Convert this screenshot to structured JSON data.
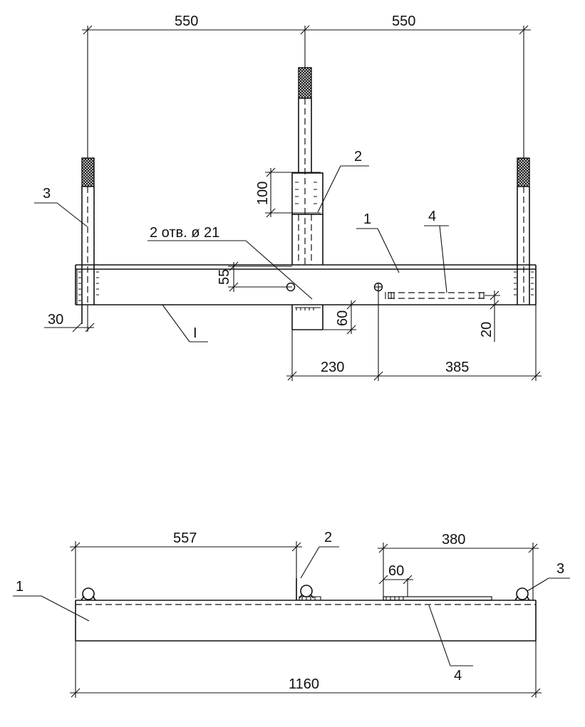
{
  "plan_view": {
    "dimensions": {
      "top_left_spacing": "550",
      "top_right_spacing": "550",
      "plate_height": "100",
      "edge_offset": "30",
      "hole_offset": "55",
      "tab_height": "60",
      "bar_offset": "20",
      "center_to_hole": "230",
      "hole_to_right": "385"
    },
    "callouts": {
      "beam": "1",
      "plate": "2",
      "post": "3",
      "bar": "4",
      "holes_note": "2 отв. ø 21",
      "section_mark": "I"
    }
  },
  "elevation_view": {
    "dimensions": {
      "left_to_plate": "557",
      "right_segment": "380",
      "small_offset": "60",
      "overall_length": "1160"
    },
    "callouts": {
      "beam": "1",
      "plate": "2",
      "post": "3",
      "bar": "4"
    }
  }
}
